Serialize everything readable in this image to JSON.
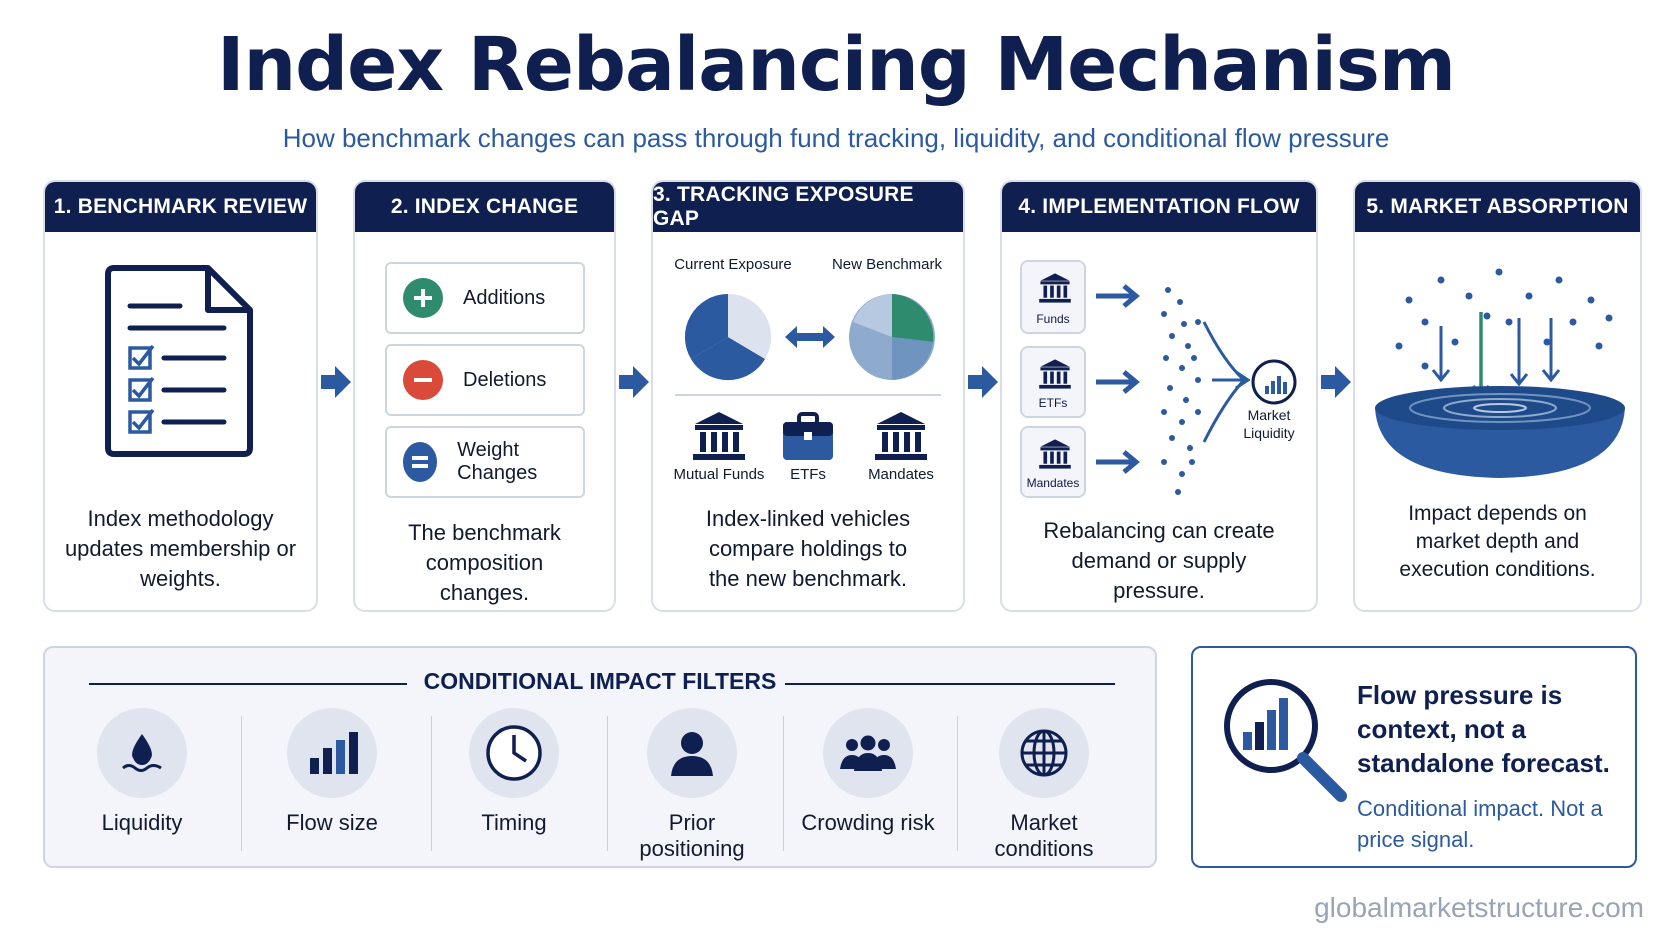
{
  "title": "Index Rebalancing Mechanism",
  "subtitle": "How benchmark changes can pass through fund tracking, liquidity, and conditional flow pressure",
  "steps": [
    {
      "header": "1. BENCHMARK REVIEW",
      "text": "Index methodology updates membership or weights."
    },
    {
      "header": "2. INDEX CHANGE",
      "text": "The benchmark composition changes.",
      "items": [
        "Additions",
        "Deletions",
        "Weight Changes"
      ]
    },
    {
      "header": "3. TRACKING EXPOSURE GAP",
      "text": "Index-linked vehicles compare holdings to the new benchmark.",
      "current_label": "Current Exposure",
      "new_label": "New Benchmark",
      "vehicles": [
        "Mutual Funds",
        "ETFs",
        "Mandates"
      ]
    },
    {
      "header": "4. IMPLEMENTATION FLOW",
      "text": "Rebalancing can create demand or supply pressure.",
      "sources": [
        "Funds",
        "ETFs",
        "Mandates"
      ],
      "sink_label": "Market Liquidity"
    },
    {
      "header": "5. MARKET ABSORPTION",
      "text": "Impact depends on market depth and execution conditions."
    }
  ],
  "filters": {
    "title": "CONDITIONAL IMPACT FILTERS",
    "items": [
      {
        "label": "Liquidity",
        "icon": "droplet-icon"
      },
      {
        "label": "Flow size",
        "icon": "bar-chart-icon"
      },
      {
        "label": "Timing",
        "icon": "clock-icon"
      },
      {
        "label": "Prior positioning",
        "icon": "person-icon"
      },
      {
        "label": "Crowding risk",
        "icon": "group-icon"
      },
      {
        "label": "Market conditions",
        "icon": "globe-icon"
      }
    ]
  },
  "note": {
    "headline": "Flow pressure is context, not a standalone forecast.",
    "subline": "Conditional impact. Not a price signal."
  },
  "footer": "globalmarketstructure.com",
  "colors": {
    "navy": "#0f1f4f",
    "blue": "#2b5aa0",
    "green": "#2e8b6e",
    "red": "#d94a3a"
  }
}
